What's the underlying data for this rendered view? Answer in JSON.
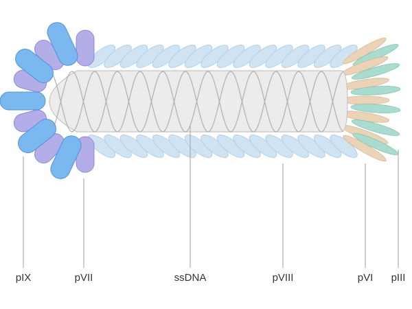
{
  "labels": {
    "pIX": "pIX",
    "pVII": "pVII",
    "ssDNA": "ssDNA",
    "pVIII": "pVIII",
    "pVI": "pVI",
    "pIII": "pIII"
  },
  "colors": {
    "pIX": "#7cb8f0",
    "pVII": "#b4aee8",
    "pVIII": "#cfe3f3",
    "pVI": "#ead3b6",
    "pIII": "#a9dccf",
    "core_fill": "#ececec",
    "core_stroke": "#c4c4c4",
    "dna_strand": "#b3b3b3",
    "leader_line": "#9e9e9e",
    "label_text": "#333333"
  }
}
